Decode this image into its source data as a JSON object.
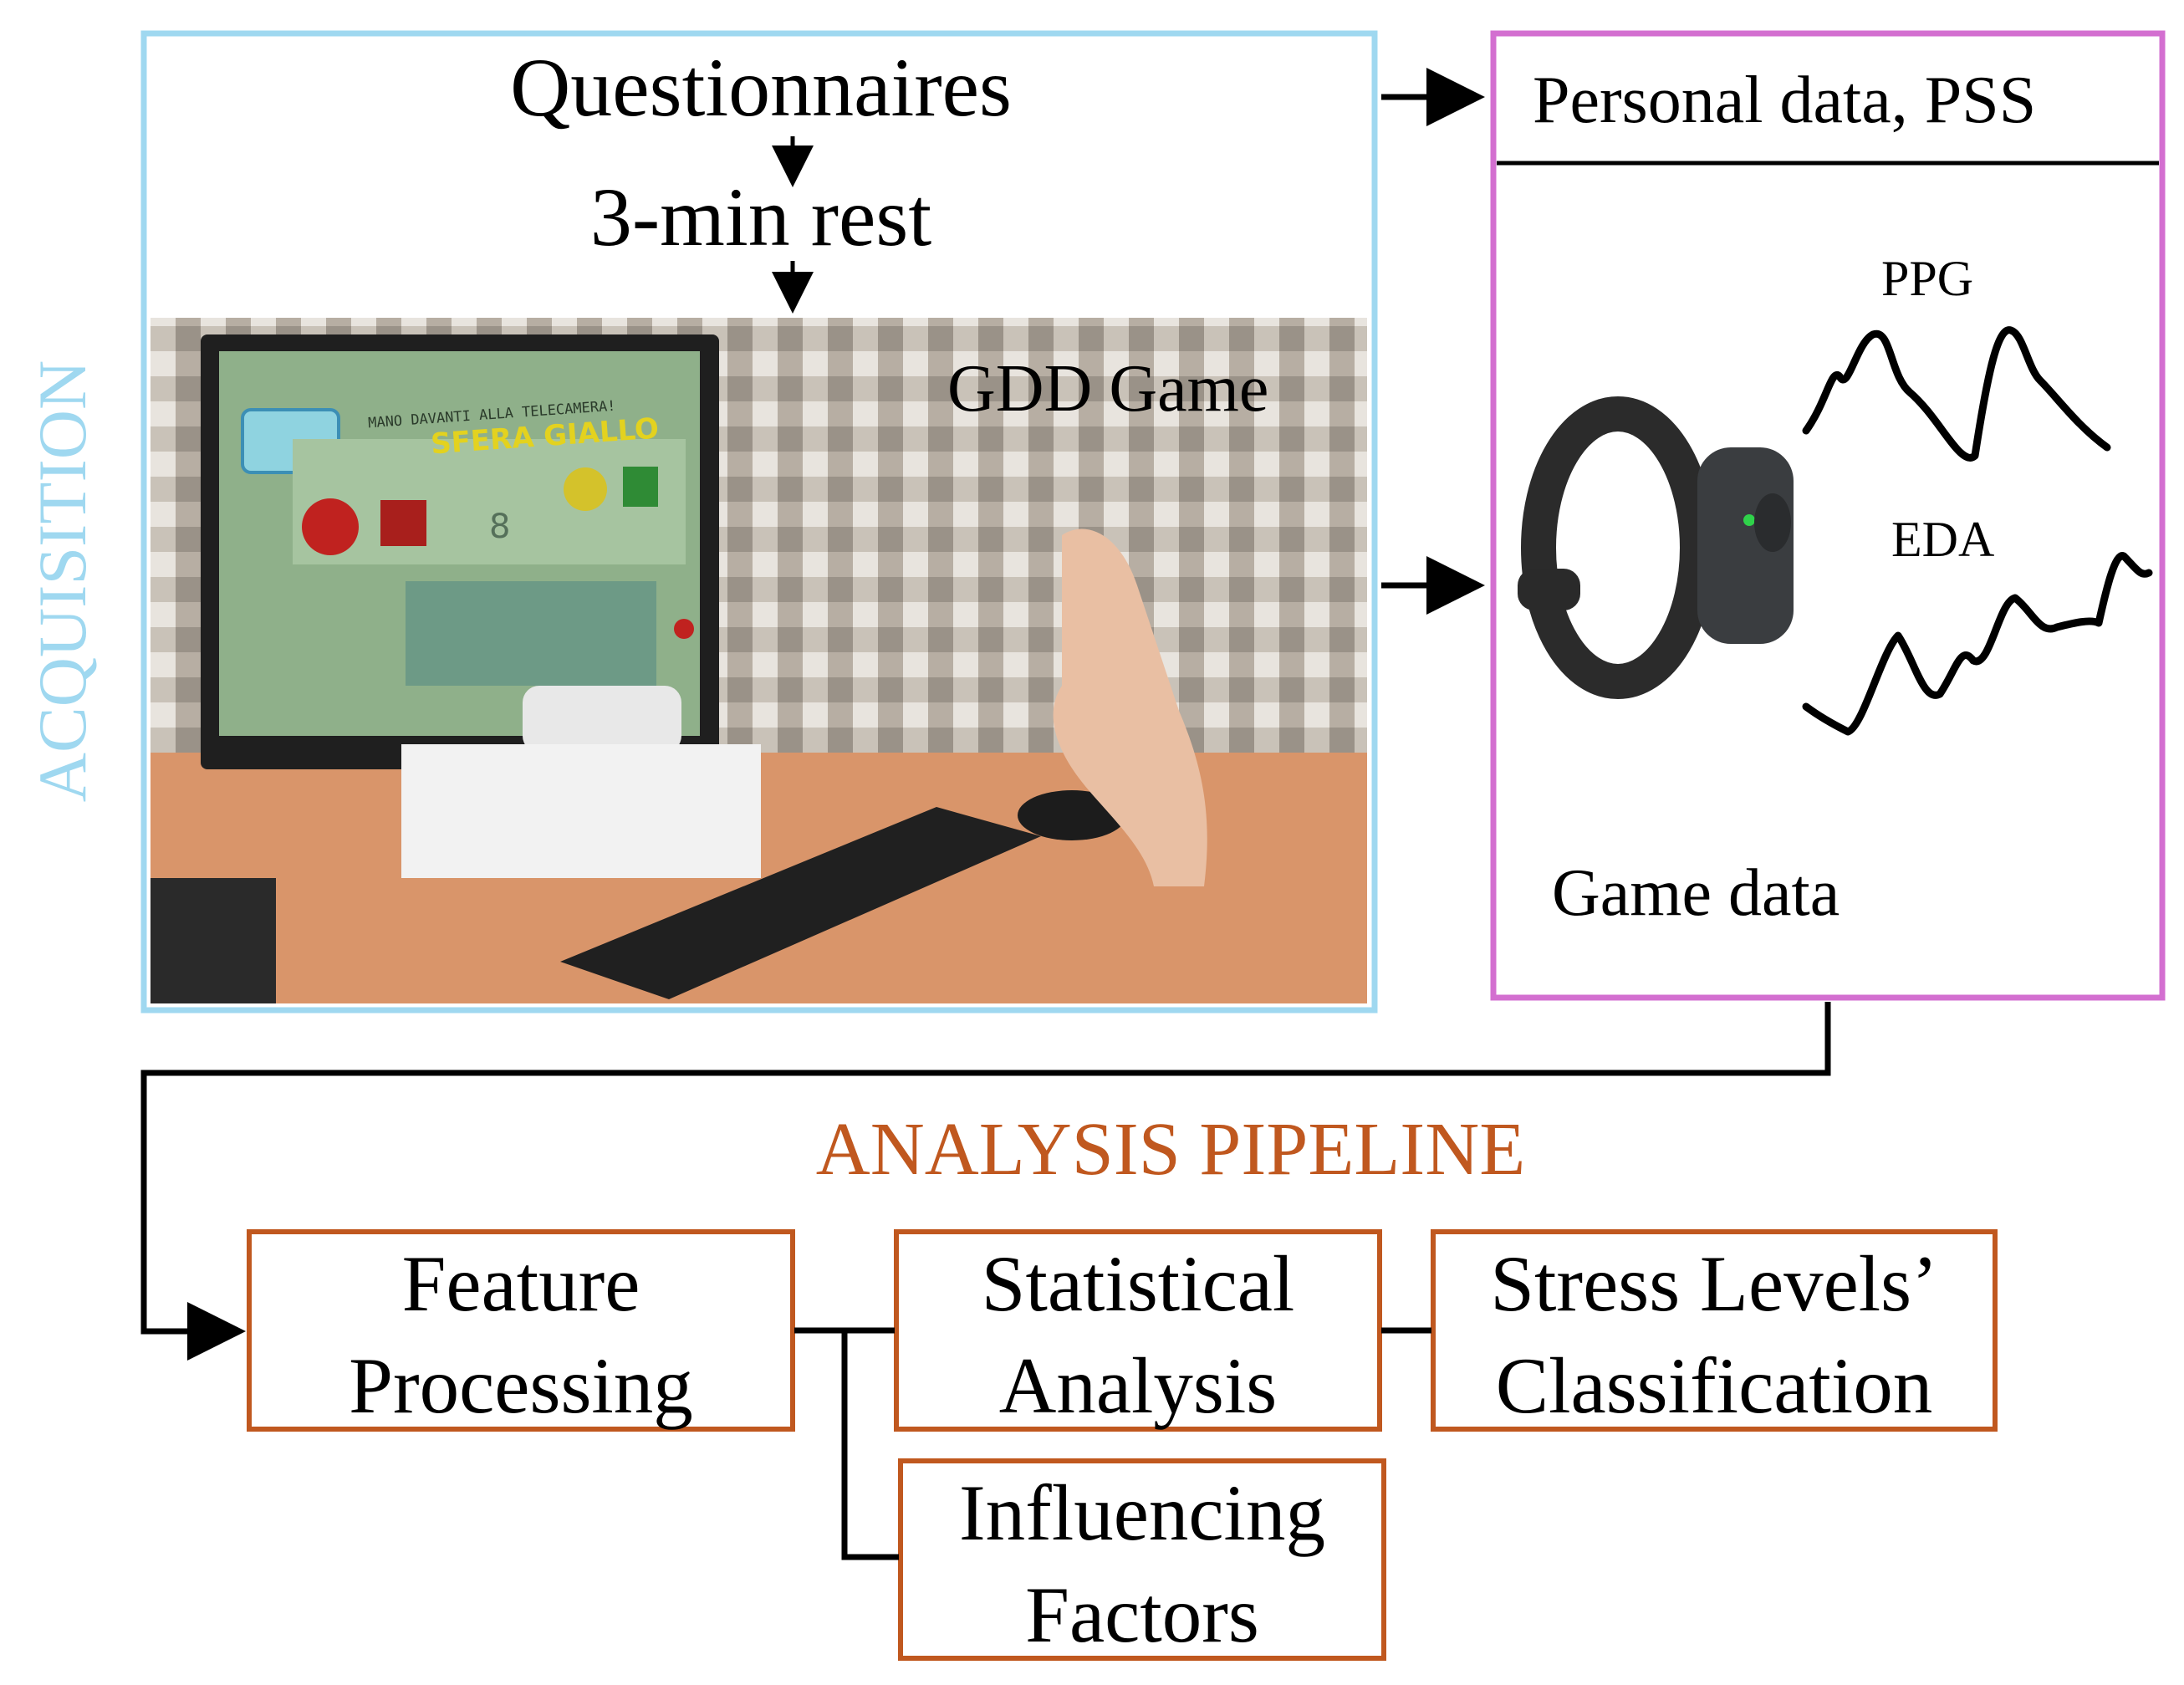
{
  "acquisition": {
    "side_label": "ACQUISITION",
    "steps": [
      "Questionnaires",
      "3-min rest"
    ],
    "photo_caption": "GDD Game",
    "photo_screen_text": {
      "instruction": "MANO DAVANTI ALLA TELECAMERA!",
      "target": "SFERA GIALLO",
      "counter": "8"
    }
  },
  "outputs": {
    "personal": "Personal data, PSS",
    "signals": [
      "PPG",
      "EDA"
    ],
    "game": "Game data"
  },
  "pipeline": {
    "title": "ANALYSIS PIPELINE",
    "feature_processing": [
      "Feature",
      "Processing"
    ],
    "statistical_analysis": [
      "Statistical",
      "Analysis"
    ],
    "stress_classification": [
      "Stress Levels’",
      "Classification"
    ],
    "influencing_factors": [
      "Influencing",
      "Factors"
    ]
  },
  "colors": {
    "acquisition": "#9fd8f0",
    "outputs_border": "#d36fd0",
    "pipeline": "#c0581f",
    "arrow": "#000000"
  }
}
